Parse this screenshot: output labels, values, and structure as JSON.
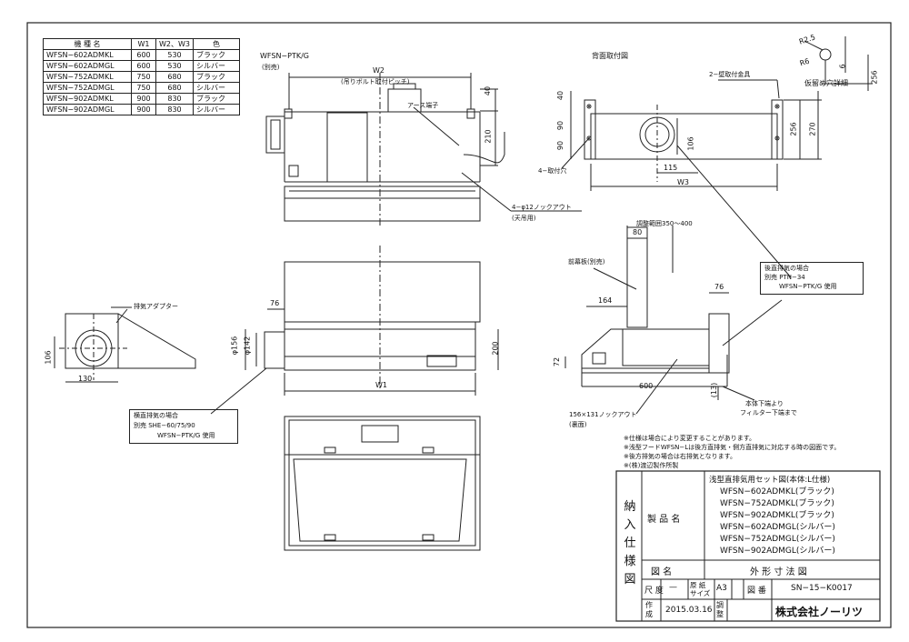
{
  "spec_table": {
    "headers": [
      "機 種 名",
      "W1",
      "W2、W3",
      "色"
    ],
    "rows": [
      [
        "WFSN−602ADMKL",
        "600",
        "530",
        "ブラック"
      ],
      [
        "WFSN−602ADMGL",
        "600",
        "530",
        "シルバー"
      ],
      [
        "WFSN−752ADMKL",
        "750",
        "680",
        "ブラック"
      ],
      [
        "WFSN−752ADMGL",
        "750",
        "680",
        "シルバー"
      ],
      [
        "WFSN−902ADMKL",
        "900",
        "830",
        "ブラック"
      ],
      [
        "WFSN−902ADMGL",
        "900",
        "830",
        "シルバー"
      ]
    ]
  },
  "front_view": {
    "ptk_label": "WFSN−PTK/G",
    "ptk_note": "(別売)",
    "w2": "W2",
    "w2_note": "(吊りボルト取付ピッチ)",
    "ground": "アース端子",
    "dim_40": "40",
    "dim_210": "210",
    "knock": "4−φ12ノックアウト",
    "knock_note": "(天吊用)"
  },
  "back_view": {
    "title": "背面取付図",
    "bracket": "2−壁取付金具",
    "holes": "4−取付穴",
    "dim_40": "40",
    "dim_90a": "90",
    "dim_90b": "90",
    "dim_106": "106",
    "dim_115": "115",
    "dim_256": "256",
    "dim_270": "270",
    "w3": "W3"
  },
  "detail": {
    "r25": "R2.5",
    "r6": "R6",
    "d6": "6",
    "d256": "256",
    "label": "仮留め穴詳細"
  },
  "top_view": {
    "dim_76": "76",
    "dim_156": "φ156",
    "dim_142": "φ142",
    "dim_200": "200",
    "w1": "W1"
  },
  "adapter_view": {
    "label": "排気アダプター",
    "dim_106": "106",
    "dim_130": "130"
  },
  "side_note": {
    "line1": "横直排気の場合",
    "line2": "別売 SHE−60/75/90",
    "line3": "WFSN−PTK/G 使用"
  },
  "side_view": {
    "range": "調整範囲350〜400",
    "dim_80": "80",
    "front_plate": "前幕板(別売)",
    "dim_164": "164",
    "dim_76": "76",
    "dim_72": "72",
    "dim_600": "600",
    "dim_13": "(13)",
    "bottom1": "本体下端より",
    "bottom2": "フィルター下端まで",
    "knock": "156×131ノックアウト",
    "knock_note": "(裏面)"
  },
  "rear_note": {
    "line1": "後直排気の場合",
    "line2": "別売 PTN−34",
    "line3": "WFSN−PTK/G 使用"
  },
  "notes": [
    "※仕様は場合により変更することがあります。",
    "※浅型フードWFSN−Lは後方直排気・側方直排気に対応する時の図面です。",
    "※後方排気の場合は右排気となります。",
    "※(株)渡辺製作所製"
  ],
  "title_block": {
    "side_title": "納入仕様図",
    "product_label": "製 品 名",
    "product_heading": "浅型直排気用セット図(本体:L仕様)",
    "products": [
      "WFSN−602ADMKL(ブラック)",
      "WFSN−752ADMKL(ブラック)",
      "WFSN−902ADMKL(ブラック)",
      "WFSN−602ADMGL(シルバー)",
      "WFSN−752ADMGL(シルバー)",
      "WFSN−902ADMGL(シルバー)"
    ],
    "drawing_label": "図 名",
    "drawing_name": "外 形 寸 法 図",
    "scale_label": "尺 度",
    "scale_value": "—",
    "paper_label": "原 紙 サイズ",
    "paper_value": "A3",
    "number_label": "図 番",
    "number_value": "SN−15−K0017",
    "made_label": "作 成",
    "made_date": "2015.03.16",
    "adjust_label": "調 整",
    "company": "株式会社ノーリツ"
  }
}
